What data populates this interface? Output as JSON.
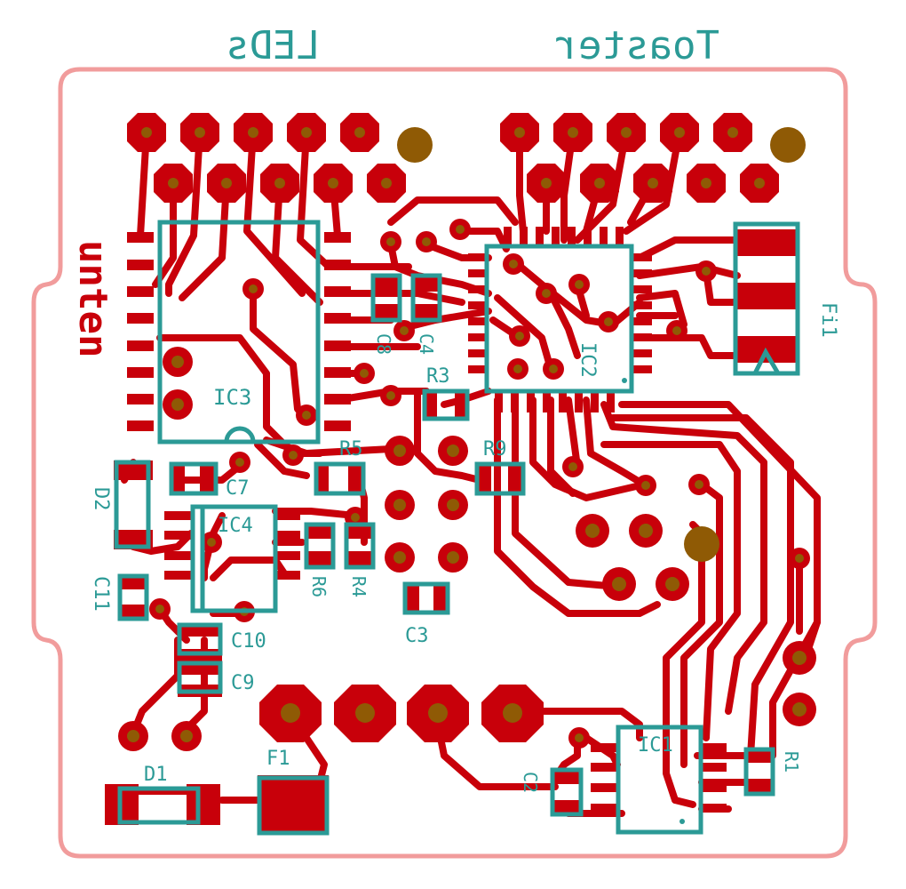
{
  "colors": {
    "copper": "#c8000a",
    "silkscreen": "#2b9a96",
    "outline": "#f19c9c",
    "hole": "#8f5a05"
  },
  "headers": {
    "leds": "LEDs",
    "toaster": "Toaster"
  },
  "bottom_label": "unten",
  "components": {
    "ic3": "IC3",
    "ic4": "IC4",
    "ic2": "IC2",
    "ic1": "IC1",
    "c7": "C7",
    "c8": "C8",
    "c4": "C4",
    "c11": "C11",
    "c10": "C10",
    "c9": "C9",
    "c3": "C3",
    "c2": "C2",
    "d2": "D2",
    "d1": "D1",
    "f1": "F1",
    "fi1": "Fi1",
    "r1": "R1",
    "r3": "R3",
    "r4": "R4",
    "r5": "R5",
    "r6": "R6",
    "r9": "R9"
  }
}
